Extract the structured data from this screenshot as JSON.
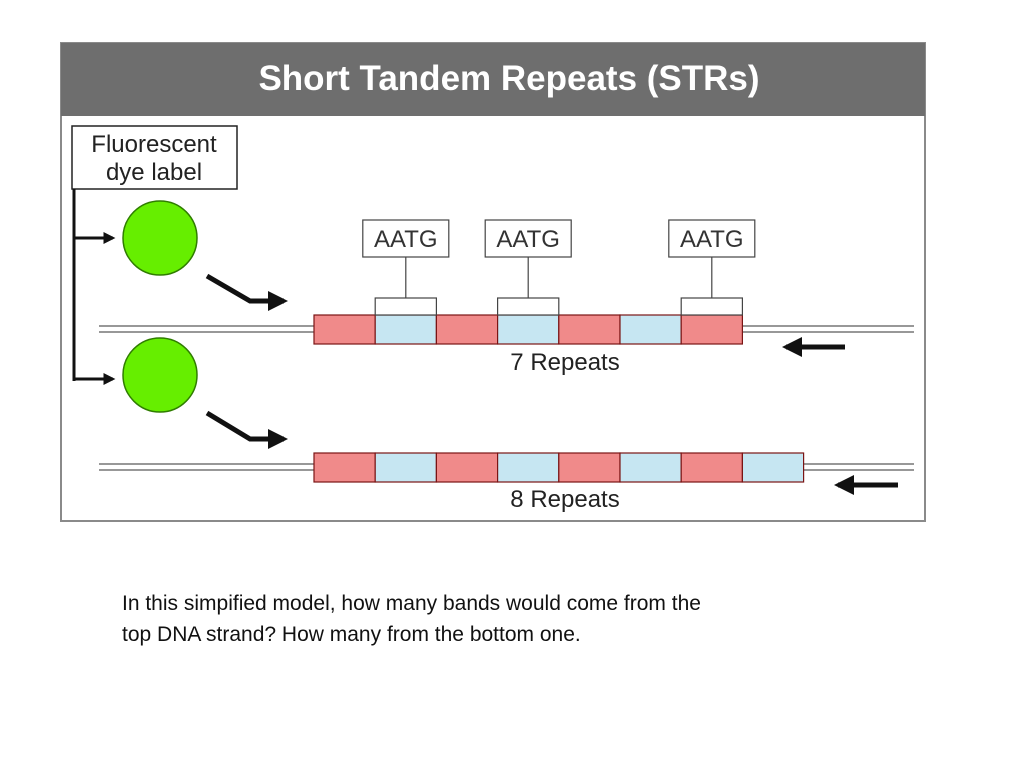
{
  "title": "Short Tandem Repeats (STRs)",
  "dye_label": [
    "Fluorescent",
    "dye label"
  ],
  "motif_label": "AATG",
  "strands": [
    {
      "name": "top",
      "repeat_label": "7 Repeats",
      "segments": [
        "red",
        "blue",
        "red",
        "blue",
        "red",
        "blue",
        "red"
      ],
      "tagged_segments": [
        1,
        3,
        6
      ]
    },
    {
      "name": "bottom",
      "repeat_label": "8 Repeats",
      "segments": [
        "red",
        "blue",
        "red",
        "blue",
        "red",
        "blue",
        "red",
        "blue"
      ],
      "tagged_segments": []
    }
  ],
  "caption": [
    "In this simpified model, how many bands would come from the",
    "top DNA strand?  How many from the bottom one."
  ],
  "colors": {
    "header": "#6e6e6e",
    "header_text": "#ffffff",
    "frame": "#8a8a8a",
    "dye": "#66ee00",
    "dye_outline": "#2f7d00",
    "segment_red": "#f08a8a",
    "segment_blue": "#c6e6f2",
    "segment_border": "#7a1414",
    "strand": "#777777",
    "arrow": "#111111"
  },
  "icons": [
    "dye-circle-icon",
    "primer-arrow-icon",
    "reverse-primer-arrow-icon",
    "pointer-arrow-icon"
  ]
}
